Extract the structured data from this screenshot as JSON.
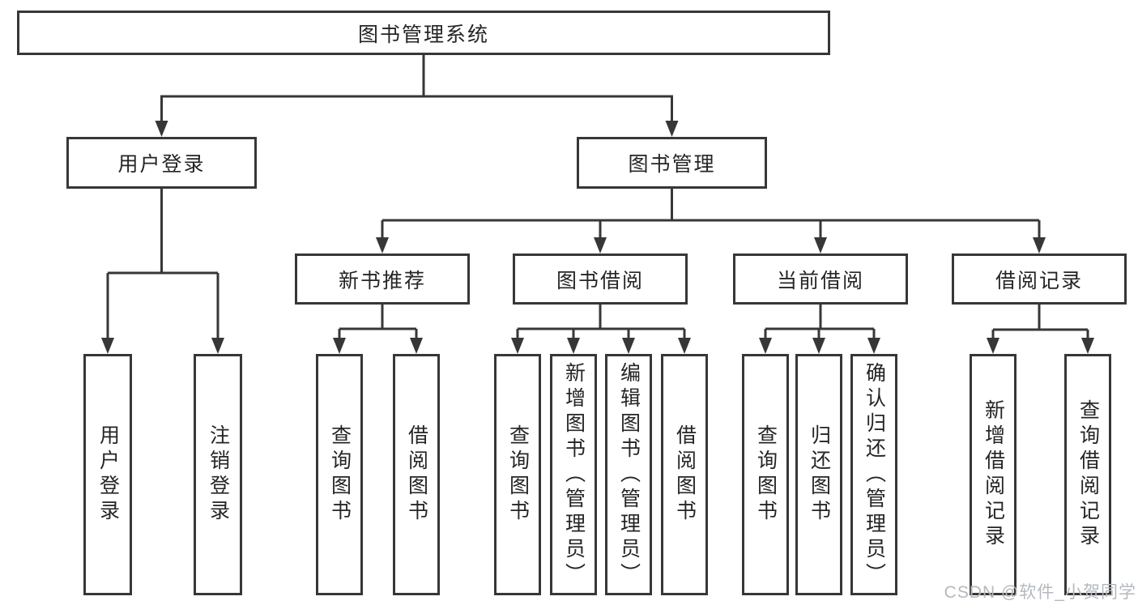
{
  "diagram": {
    "root": {
      "label": "图书管理系统"
    },
    "level2": [
      {
        "id": "user-login",
        "label": "用户登录"
      },
      {
        "id": "book-management",
        "label": "图书管理"
      }
    ],
    "level3": [
      {
        "id": "new-book-recommend",
        "label": "新书推荐"
      },
      {
        "id": "book-borrowing",
        "label": "图书借阅"
      },
      {
        "id": "current-borrowing",
        "label": "当前借阅"
      },
      {
        "id": "borrowing-records",
        "label": "借阅记录"
      }
    ],
    "leaves": [
      {
        "id": "user-login-leaf",
        "label": "用户登录"
      },
      {
        "id": "logout",
        "label": "注销登录"
      },
      {
        "id": "query-books-recommend",
        "label": "查询图书"
      },
      {
        "id": "borrow-books-recommend",
        "label": "借阅图书"
      },
      {
        "id": "query-books-borrowing",
        "label": "查询图书"
      },
      {
        "id": "add-books-admin",
        "label": "新增图书（管理员）"
      },
      {
        "id": "edit-books-admin",
        "label": "编辑图书（管理员）"
      },
      {
        "id": "borrow-books-borrowing",
        "label": "借阅图书"
      },
      {
        "id": "query-books-current",
        "label": "查询图书"
      },
      {
        "id": "return-books",
        "label": "归还图书"
      },
      {
        "id": "confirm-return-admin",
        "label": "确认归还（管理员）"
      },
      {
        "id": "add-borrow-record",
        "label": "新增借阅记录"
      },
      {
        "id": "query-borrow-record",
        "label": "查询借阅记录"
      }
    ]
  },
  "colors": {
    "line": "#373737",
    "text": "#252525",
    "watermark_text": "#b4b9be",
    "background": "#ffffff"
  },
  "watermark": {
    "text": "CSDN @软件_小贺同学"
  }
}
